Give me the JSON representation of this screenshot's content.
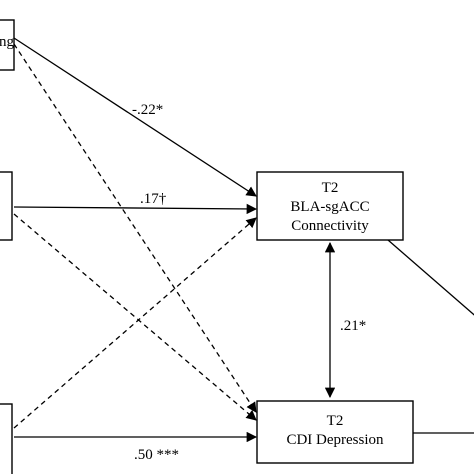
{
  "nodes": {
    "top_left": {
      "label": "ng"
    },
    "t2_connectivity": {
      "lines": [
        "T2",
        "BLA-sgACC",
        "Connectivity"
      ]
    },
    "t2_cdi": {
      "lines": [
        "T2",
        "CDI Depression"
      ]
    }
  },
  "edges": {
    "top_to_conn": {
      "label": "-.22*",
      "style": "solid"
    },
    "mid_to_conn": {
      "label": ".17†",
      "style": "solid"
    },
    "conn_cdi": {
      "label": ".21*",
      "style": "solid"
    },
    "bottom_to_cdi": {
      "label": ".50 ***",
      "style": "solid"
    }
  },
  "colors": {
    "line": "#000000",
    "background": "#ffffff"
  }
}
